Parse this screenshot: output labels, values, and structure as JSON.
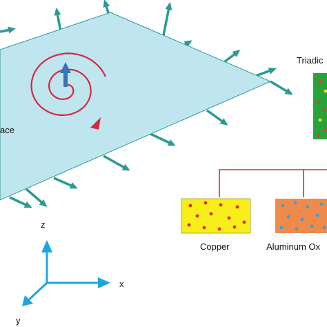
{
  "labels": {
    "surface": "ace",
    "triadic": "Triadic",
    "copper": "Copper",
    "alumina": "Aluminum Ox"
  },
  "axes": {
    "z": "z",
    "x": "x",
    "y": "y"
  },
  "colors": {
    "surface_fill": "#bfe5ef",
    "surface_edge": "#2a9a94",
    "rods": "#2a9a94",
    "spiral": "#d7283f",
    "spin_arrow": "#3a74b8",
    "axes": "#1aa7e0",
    "connector": "#c0392b",
    "copper_fill": "#f7ee1a",
    "copper_dots": "#e0282e",
    "alumina_fill": "#f08a4b",
    "alumina_dots": "#3aa0d8",
    "triadic_fill": "#27a33a",
    "triadic_dots": "#e23a3a",
    "triadic_dots_alt": "#f2e30c"
  }
}
